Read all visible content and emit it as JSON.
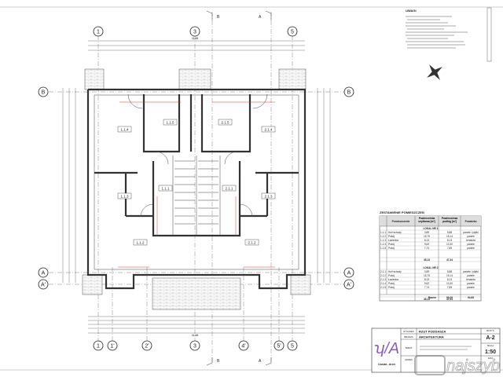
{
  "sheet": {
    "axes_top": [
      "1",
      "3",
      "5"
    ],
    "axes_bottom": [
      "1",
      "1'",
      "2'",
      "3",
      "4'",
      "5'",
      "5"
    ],
    "axes_left": [
      "B",
      "A",
      "A'"
    ],
    "axes_right": [
      "B",
      "A",
      "A'"
    ],
    "sections": [
      "B",
      "A"
    ],
    "overall_dim": "1148",
    "overall_dim_bottom": "1148"
  },
  "rooms": [
    "1.1.4",
    "1.1.5",
    "2.1.5",
    "2.1.4",
    "1.1.3",
    "1.1.1",
    "2.1.1",
    "2.1.3",
    "1.1.2",
    "2.1.2"
  ],
  "notes": {
    "title": "UWAGI"
  },
  "table": {
    "title": "ZESTAWIENIE POMIESZCZEŃ",
    "headers": [
      "Pomieszczenie",
      "Powierzchnia użytkowa [m²]",
      "Powierzchnia podłóg [m²]",
      "Posadzka"
    ],
    "sections": [
      {
        "label": "LOKAL NR 1",
        "rows": [
          [
            "1.1.1",
            "Hol+schody",
            "3,89",
            "5,88",
            "panele / płytki"
          ],
          [
            "1.1.2",
            "Pokój",
            "15,75",
            "15,14",
            "panele"
          ],
          [
            "1.1.3",
            "Łazienka",
            "8,13",
            "8,13",
            "terakota"
          ],
          [
            "1.1.4",
            "Pokój",
            "9,62",
            "10,30",
            "panele"
          ],
          [
            "1.1.5",
            "Pokój",
            "7,74",
            "7,89",
            "panele"
          ]
        ],
        "sum": [
          "45,13",
          "47,34"
        ]
      },
      {
        "label": "LOKAL NR 2",
        "rows": [
          [
            "2.1.1",
            "Hol+schody",
            "3,89",
            "5,88",
            "panele / płytki"
          ],
          [
            "2.1.2",
            "Pokój",
            "15,75",
            "15,14",
            "panele"
          ],
          [
            "2.1.3",
            "Łazienka",
            "8,13",
            "8,13",
            "terakota"
          ],
          [
            "2.1.4",
            "Pokój",
            "9,62",
            "10,30",
            "panele"
          ],
          [
            "2.1.5",
            "Pokój",
            "7,74",
            "7,89",
            "panele"
          ]
        ],
        "sum": [
          "45,13",
          "47,34"
        ]
      }
    ],
    "total_label": "Razem",
    "total": [
      "90,26",
      "94,68"
    ]
  },
  "titleblock": {
    "logo_text": "UA",
    "firm": "Uusiat - Arch",
    "labels": [
      "RYSUNEK",
      "BRANŻA",
      "TEMAT",
      "ADRES"
    ],
    "drawing": "RZUT PODDASZA",
    "branch": "ARCHITEKTURA",
    "sheet_no_label": "NR RYS.",
    "sheet_no": "A-2",
    "scale_label": "SKALA",
    "scale": "1:50",
    "date_label": "DATA"
  },
  "watermark": "najszybciej",
  "colors": {
    "accent_red": "#dd3333",
    "logo": "#8a5fc0"
  }
}
